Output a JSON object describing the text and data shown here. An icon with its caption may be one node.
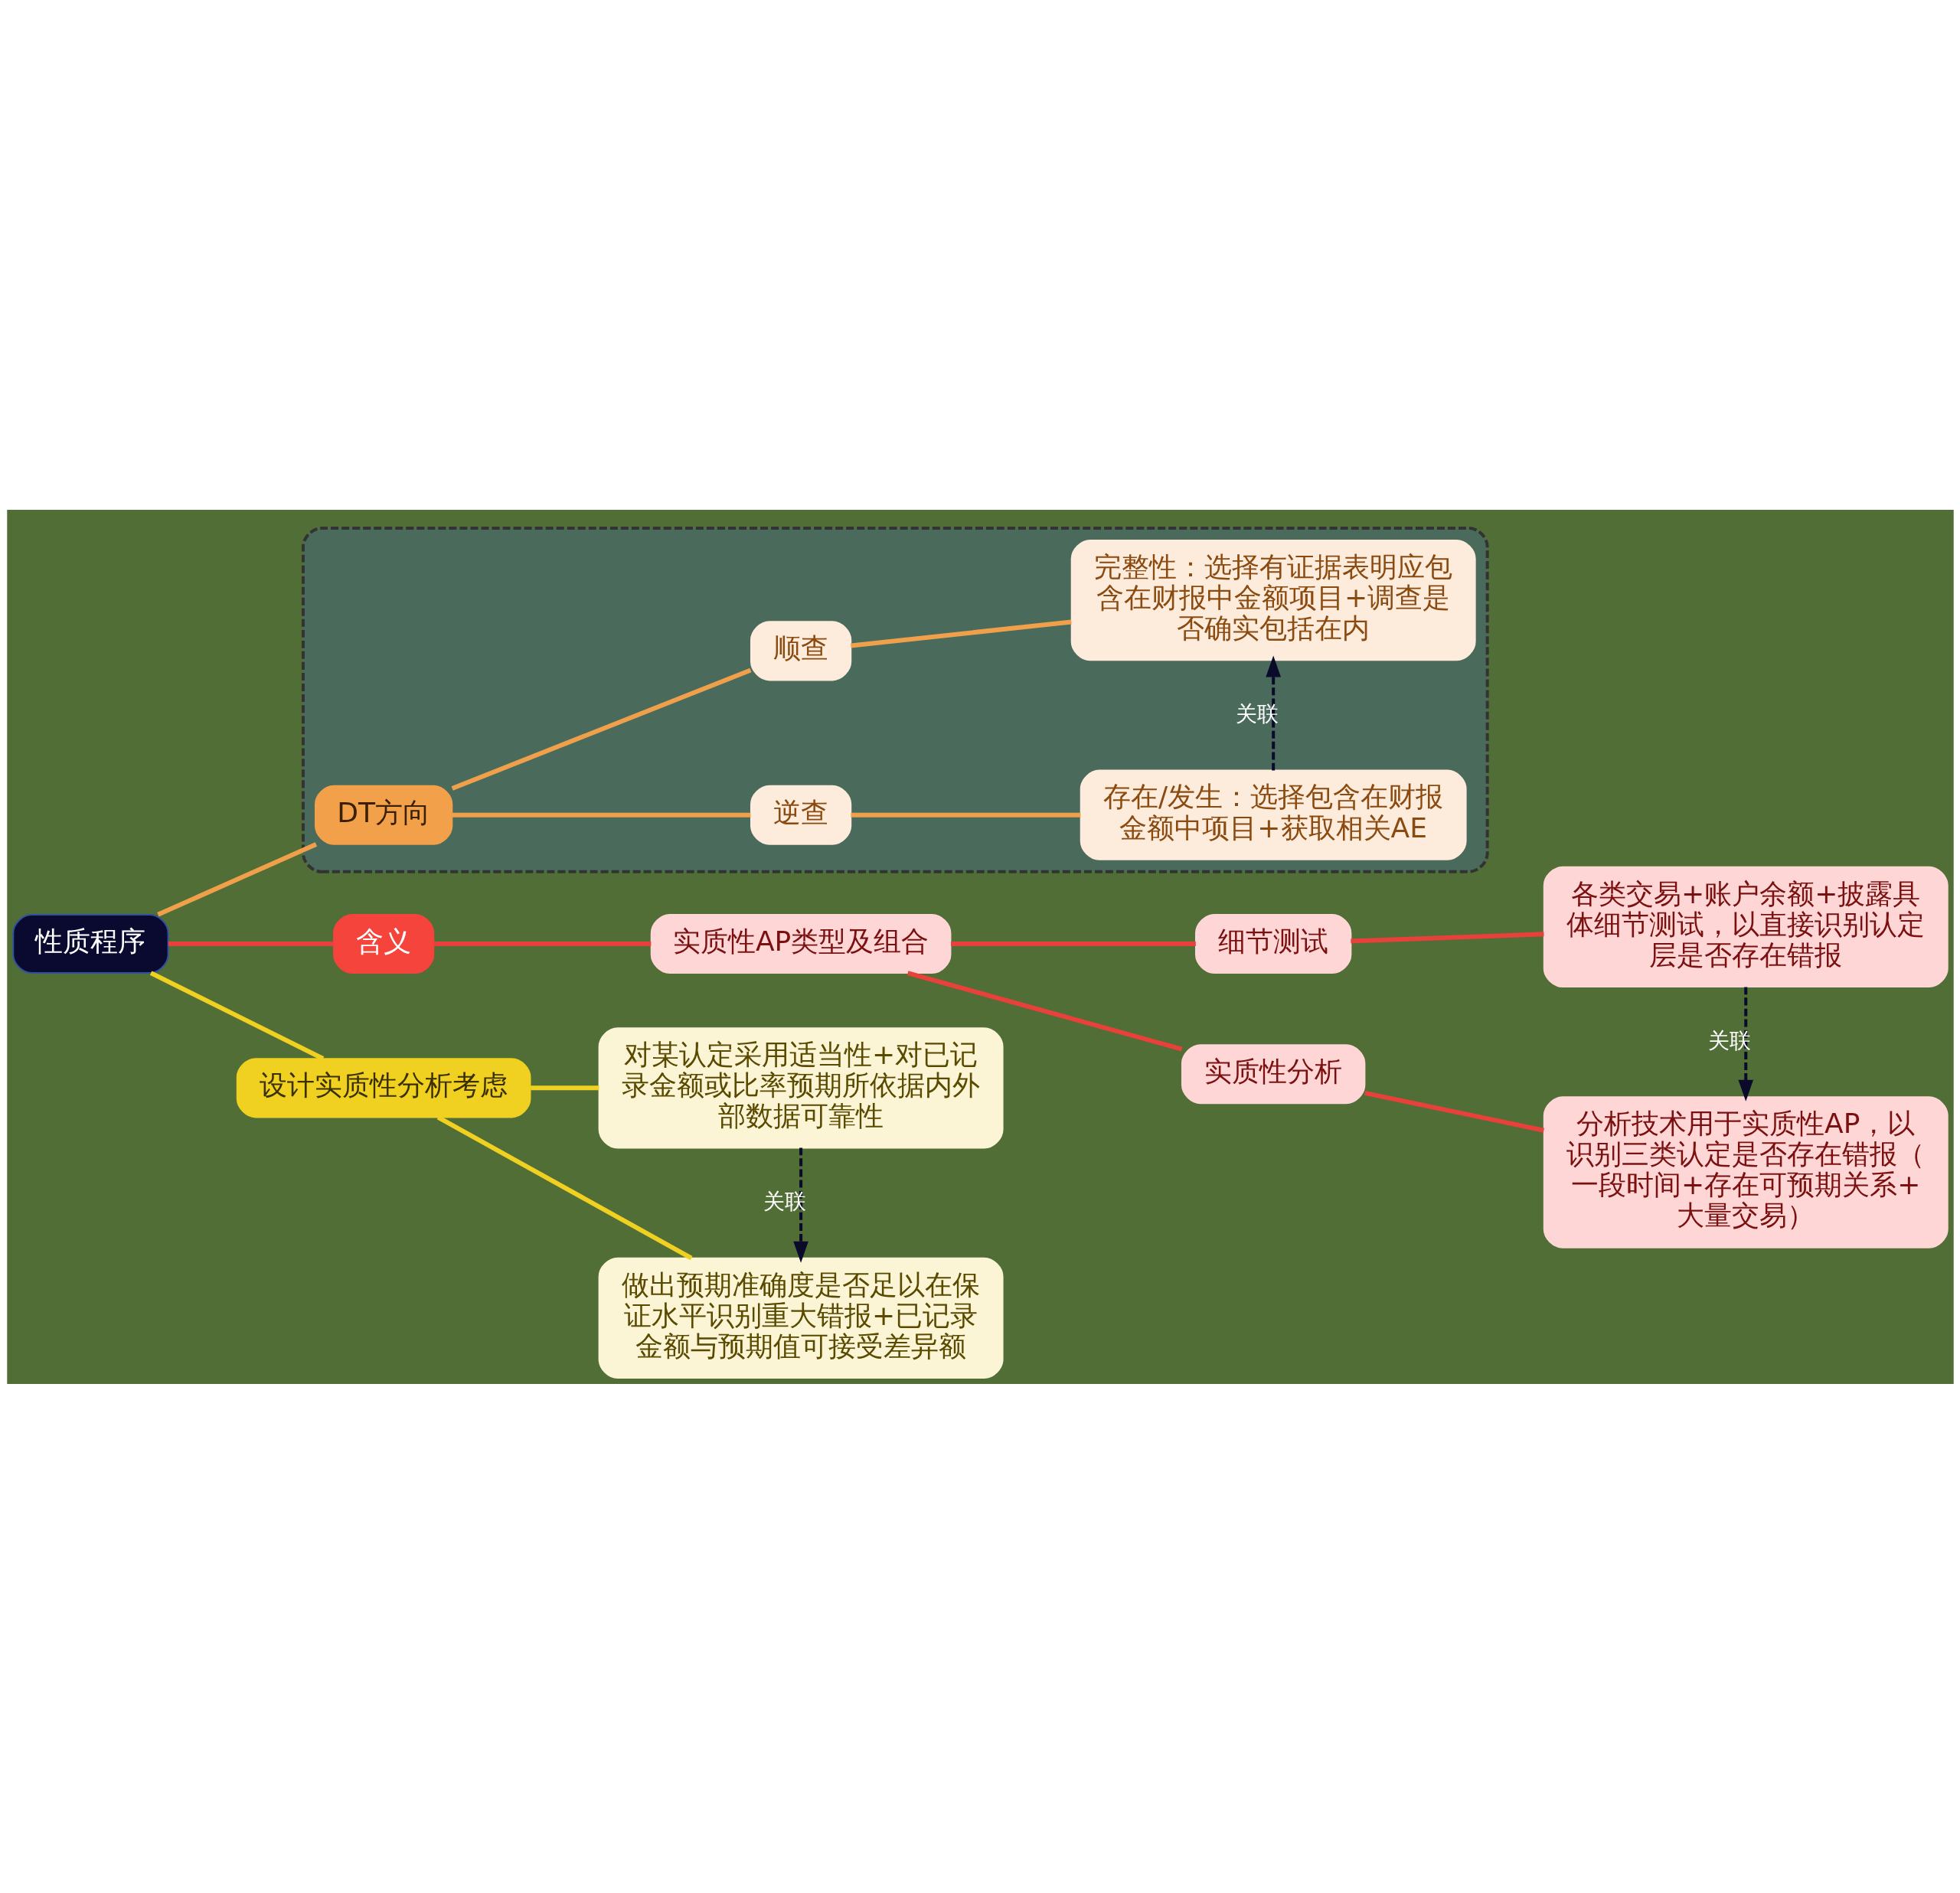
{
  "diagram": {
    "nodes": [
      {
        "text": [
          "性质程序"
        ]
      },
      {
        "text": [
          "含义"
        ]
      },
      {
        "text": [
          "实质性AP类型及组合"
        ]
      },
      {
        "text": [
          "细节测试"
        ]
      },
      {
        "text": [
          "各类交易+账户余额+披露具体细节测试，以直接识别认定层是否存在错报"
        ]
      },
      {
        "text": [
          "实质性分析"
        ]
      },
      {
        "text": [
          "分析技术用于实质性AP，以识别三类认定是否存在错报（一段时间+存在可预期关系+大量交易）"
        ]
      },
      {
        "text": [],
        "shape": "box"
      },
      {
        "text": [
          "DT方向"
        ],
        "in": 7
      },
      {
        "text": [
          "逆查"
        ],
        "in": 7
      },
      {
        "text": [
          "存在/发生：选择包含在财报金额中项目+获取相关AE"
        ],
        "in": 7
      },
      {
        "text": [
          "顺查"
        ],
        "in": 7
      },
      {
        "text": [
          "完整性：选择有证据表明应包含在财报中金额项目+调查是否确实包括在内"
        ],
        "in": 7
      },
      {
        "text": [
          "设计实质性分析考虑"
        ]
      },
      {
        "text": [
          "对某认定采用适当性+对已记录金额或比率预期所依据内外部数据可靠性"
        ]
      },
      {
        "text": [
          "做出预期准确度是否足以在保证水平识别重大错报+已记录金额与预期值可接受差异额"
        ]
      }
    ],
    "edges": [
      {
        "from": 0,
        "to": 1,
        "arrow": "none",
        "color": "#e8403a"
      },
      {
        "from": 1,
        "to": 2,
        "arrow": "none",
        "color": "#e8403a"
      },
      {
        "from": 2,
        "to": 3,
        "arrow": "none",
        "color": "#e8403a"
      },
      {
        "from": 3,
        "to": 4,
        "arrow": "none",
        "color": "#e8403a"
      },
      {
        "from": 2,
        "to": 5,
        "arrow": "none",
        "color": "#e8403a"
      },
      {
        "from": 5,
        "to": 6,
        "arrow": "none",
        "color": "#e8403a"
      },
      {
        "from": 0,
        "to": 8,
        "arrow": "none",
        "color": "#f0a04a"
      },
      {
        "from": 8,
        "to": 9,
        "arrow": "none",
        "color": "#f0a04a"
      },
      {
        "from": 9,
        "to": 10,
        "arrow": "none",
        "color": "#f0a04a"
      },
      {
        "from": 8,
        "to": 11,
        "arrow": "none",
        "color": "#f0a04a"
      },
      {
        "from": 11,
        "to": 12,
        "arrow": "none",
        "color": "#f0a04a"
      },
      {
        "from": 0,
        "to": 13,
        "arrow": "none",
        "color": "#f0d020"
      },
      {
        "from": 13,
        "to": 14,
        "arrow": "none",
        "color": "#f0d020"
      },
      {
        "from": 13,
        "to": 15,
        "arrow": "none",
        "color": "#f0d020"
      },
      {
        "from": 4,
        "to": 6,
        "arrow": "to",
        "label": "关联",
        "style": "dashed",
        "color": "#0a0a2a"
      },
      {
        "from": 10,
        "to": 12,
        "arrow": "to",
        "label": "关联",
        "style": "dashed",
        "color": "#0a0a2a"
      },
      {
        "from": 14,
        "to": 15,
        "arrow": "to",
        "label": "关联",
        "style": "dashed",
        "color": "#0a0a2a"
      }
    ]
  }
}
